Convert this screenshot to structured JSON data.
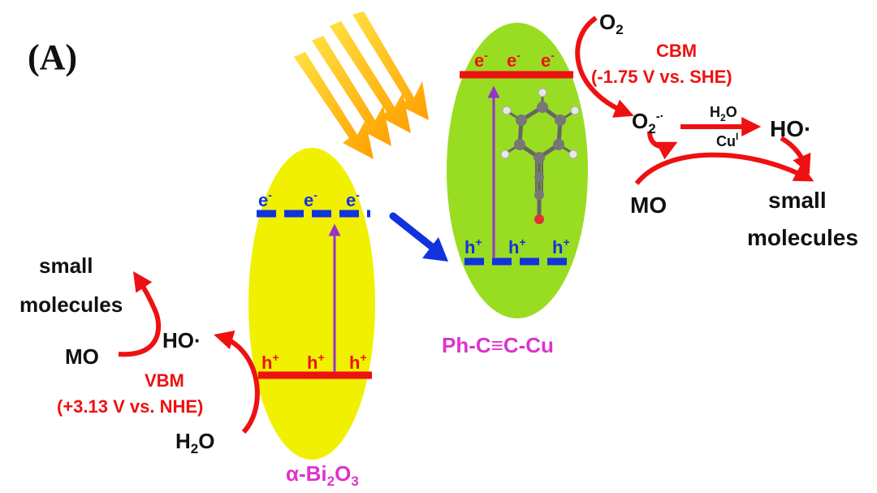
{
  "panel_label": "(A)",
  "left_material": {
    "name": "α-Bi",
    "name_sub1": "2",
    "name_mid": "O",
    "name_sub2": "3",
    "electrons": [
      "e",
      "e",
      "e"
    ],
    "holes": [
      "h",
      "h",
      "h"
    ],
    "vbm_title": "VBM",
    "vbm_value": "(+3.13 V vs. NHE)",
    "reactant": "H",
    "reactant_sub": "2",
    "reactant_tail": "O",
    "radical": "HO·",
    "pollutant": "MO",
    "product_line1": "small",
    "product_line2": "molecules"
  },
  "right_material": {
    "name": "Ph-C≡C-Cu",
    "electrons": [
      "e",
      "e",
      "e"
    ],
    "holes": [
      "h",
      "h",
      "h"
    ],
    "cbm_title": "CBM",
    "cbm_value": "(-1.75 V vs. SHE)",
    "oxygen": "O",
    "oxygen_sub": "2",
    "superoxide": "O",
    "superoxide_sub": "2",
    "superoxide_sup": "-·",
    "water": "H",
    "water_sub": "2",
    "water_tail": "O",
    "catalyst": "Cu",
    "catalyst_sup": "I",
    "radical": "HO·",
    "pollutant": "MO",
    "product_line1": "small",
    "product_line2": "molecules"
  },
  "superscripts": {
    "electron": "-",
    "hole": "+"
  },
  "colors": {
    "left_ellipse": "#f0f000",
    "right_ellipse": "#99dd22",
    "red": "#ee1111",
    "blue": "#1133dd",
    "purple": "#9933cc",
    "magenta": "#dd33cc",
    "light": "#ffbb00"
  }
}
